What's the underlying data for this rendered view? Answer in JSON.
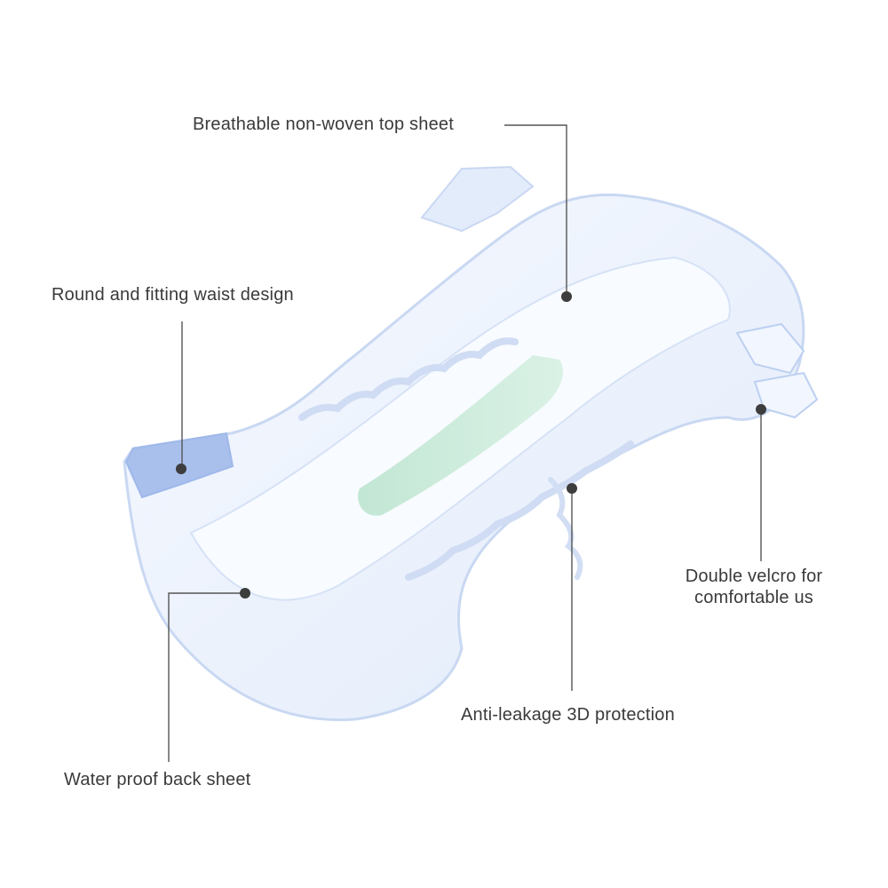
{
  "callouts": {
    "top_sheet": "Breathable non-woven top sheet",
    "waist": "Round and fitting waist design",
    "velcro_line1": "Double velcro for",
    "velcro_line2": "comfortable us",
    "leakage": "Anti-leakage 3D protection",
    "back_sheet": "Water proof back sheet"
  },
  "colors": {
    "text": "#3a3a3a",
    "leader_line": "#555555",
    "dot": "#3d3d3d",
    "diaper_body": "#eef3fc",
    "diaper_edge": "#c9d8f2",
    "waist_band": "#9fb8ea",
    "absorbent_strip": "#bfe6d2"
  }
}
